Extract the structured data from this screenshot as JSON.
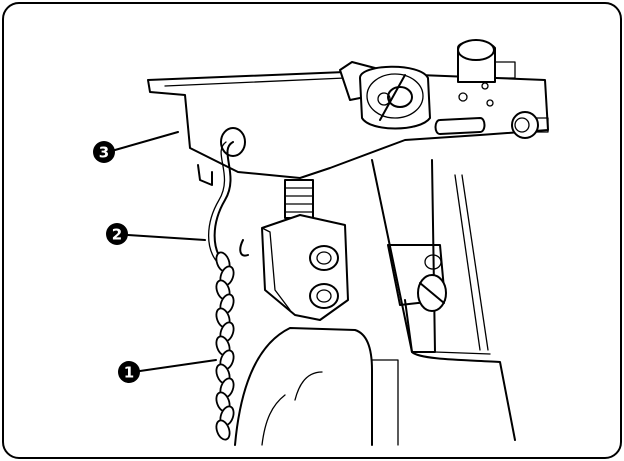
{
  "figure": {
    "border_color": "#000000",
    "background": "#ffffff",
    "callouts": [
      {
        "id": "3",
        "label": "3"
      },
      {
        "id": "2",
        "label": "2"
      },
      {
        "id": "1",
        "label": "1"
      }
    ]
  }
}
